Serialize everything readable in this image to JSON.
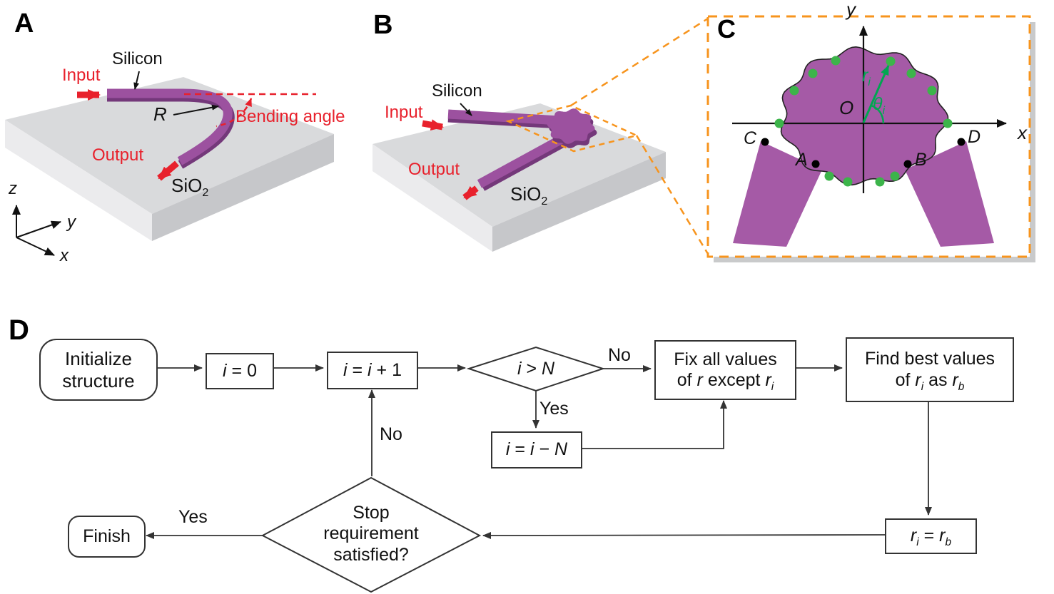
{
  "colors": {
    "purple": "#9c519f",
    "purple_dark": "#74387a",
    "purple_light": "#a55aa6",
    "green_dot": "#3cb44a",
    "green_accent": "#00a651",
    "orange": "#f7941d",
    "red": "#e8212c",
    "box_border": "#333333",
    "substrate_top": "#d9dadc",
    "substrate_left": "#ebebed",
    "substrate_right": "#c6c7ca"
  },
  "panel_a": {
    "label": "A",
    "silicon": "Silicon",
    "input": "Input",
    "output": "Output",
    "radius": "R",
    "bending_angle": "Bending angle",
    "substrate": [
      [
        "SiO",
        {
          "t": "2",
          "sub": true
        }
      ]
    ],
    "axis_z": "z",
    "axis_y": "y",
    "axis_x": "x"
  },
  "panel_b": {
    "label": "B",
    "silicon": "Silicon",
    "input": "Input",
    "output": "Output",
    "substrate": [
      [
        "SiO",
        {
          "t": "2",
          "sub": true
        }
      ]
    ]
  },
  "panel_c": {
    "label": "C",
    "axis_y": "y",
    "axis_x": "x",
    "origin": "O",
    "point_a": "A",
    "point_b": "B",
    "point_c": "C",
    "point_d": "D",
    "radius_i": [
      [
        {
          "t": "r",
          "i": true
        },
        {
          "t": "i",
          "i": true,
          "sub": true
        }
      ]
    ],
    "theta_i": [
      [
        {
          "t": "θ",
          "i": true
        },
        {
          "t": "i",
          "i": true,
          "sub": true
        }
      ]
    ]
  },
  "flowchart": {
    "label": "D",
    "init": [
      [
        "Initialize"
      ],
      [
        "structure"
      ]
    ],
    "i0": [
      [
        {
          "t": "i",
          "i": true
        },
        " = 0"
      ]
    ],
    "ii1": [
      [
        {
          "t": "i",
          "i": true
        },
        " = ",
        {
          "t": "i",
          "i": true
        },
        " + 1"
      ]
    ],
    "igtN": [
      [
        {
          "t": "i",
          "i": true
        },
        " > ",
        {
          "t": "N",
          "i": true
        }
      ]
    ],
    "iiN": [
      [
        {
          "t": "i",
          "i": true
        },
        " = ",
        {
          "t": "i",
          "i": true
        },
        " − ",
        {
          "t": "N",
          "i": true
        }
      ]
    ],
    "fix": [
      [
        "Fix all values"
      ],
      [
        "of ",
        {
          "t": "r",
          "i": true
        },
        " except ",
        {
          "t": "r",
          "i": true
        },
        {
          "t": "i",
          "i": true,
          "sub": true
        }
      ]
    ],
    "find": [
      [
        "Find best values"
      ],
      [
        "of ",
        {
          "t": "r",
          "i": true
        },
        {
          "t": "i",
          "i": true,
          "sub": true
        },
        " as ",
        {
          "t": "r",
          "i": true
        },
        {
          "t": "b",
          "i": true,
          "sub": true
        }
      ]
    ],
    "rb": [
      [
        {
          "t": "r",
          "i": true
        },
        {
          "t": "i",
          "i": true,
          "sub": true
        },
        " = ",
        {
          "t": "r",
          "i": true
        },
        {
          "t": "b",
          "i": true,
          "sub": true
        }
      ]
    ],
    "stop": [
      [
        "Stop"
      ],
      [
        "requirement"
      ],
      [
        "satisfied?"
      ]
    ],
    "finish": [
      [
        "Finish"
      ]
    ],
    "no1": "No",
    "yes1": "Yes",
    "no2": "No",
    "yes2": "Yes"
  }
}
